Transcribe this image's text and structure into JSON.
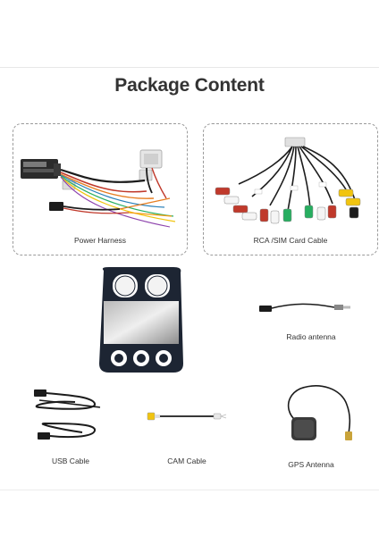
{
  "page": {
    "title": "Package Content"
  },
  "items": {
    "power_harness": {
      "label": "Power Harness"
    },
    "rca_sim_cable": {
      "label": "RCA /SIM Card Cable"
    },
    "radio_antenna": {
      "label": "Radio antenna"
    },
    "usb_cable": {
      "label": "USB Cable"
    },
    "cam_cable": {
      "label": "CAM Cable"
    },
    "gps_antenna": {
      "label": "GPS Antenna"
    }
  },
  "colors": {
    "title": "#333333",
    "box_border": "#9a9a9a",
    "head_unit_frame": "#1d2533",
    "cable_black": "#1c1c1c"
  }
}
